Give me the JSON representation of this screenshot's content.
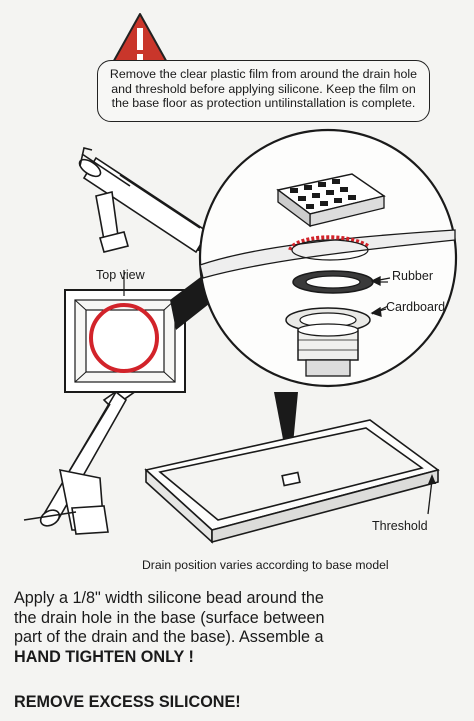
{
  "warning": {
    "text": "Remove the clear plastic film from around the drain hole and threshold before applying silicone. Keep the film on the base floor as protection untilinstallation is complete."
  },
  "labels": {
    "top_view": "Top view",
    "rubber": "Rubber",
    "cardboard": "Cardboard",
    "threshold": "Threshold"
  },
  "caption": "Drain position varies according to base model",
  "instructions": {
    "line1": "Apply a 1/8\" width silicone bead around the",
    "line2": "the drain hole in the base (surface between",
    "line3": "part of the drain and the base). Assemble a",
    "hand_tighten": "HAND TIGHTEN ONLY !",
    "remove_excess": "REMOVE EXCESS SILICONE!"
  },
  "colors": {
    "warning_triangle": "#c9362b",
    "silicone_bead": "#d2232a",
    "line_art": "#1a1a1a"
  },
  "icons": [
    "warning-triangle-icon"
  ]
}
